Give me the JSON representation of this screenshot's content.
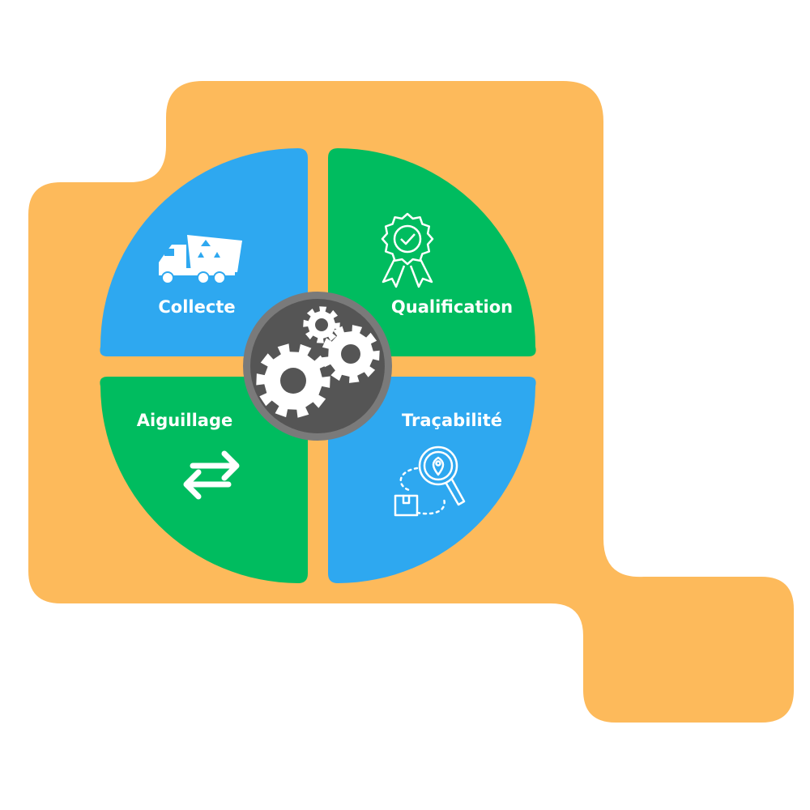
{
  "colors": {
    "background_shape": "#FDBA5B",
    "blue": "#2EA8F0",
    "green": "#00BC5F",
    "hub": "#555555",
    "hub_ring": "#7A7A7A",
    "icon": "#FFFFFF"
  },
  "quadrants": [
    {
      "key": "collecte",
      "label": "Collecte",
      "color": "blue",
      "icon": "recycling-truck-icon"
    },
    {
      "key": "qualification",
      "label": "Qualification",
      "color": "green",
      "icon": "award-badge-icon"
    },
    {
      "key": "aiguillage",
      "label": "Aiguillage",
      "color": "green",
      "icon": "swap-arrows-icon"
    },
    {
      "key": "tracabilite",
      "label": "Traçabilité",
      "color": "blue",
      "icon": "tracking-magnifier-icon"
    }
  ],
  "hub": {
    "icon": "gears-icon"
  }
}
